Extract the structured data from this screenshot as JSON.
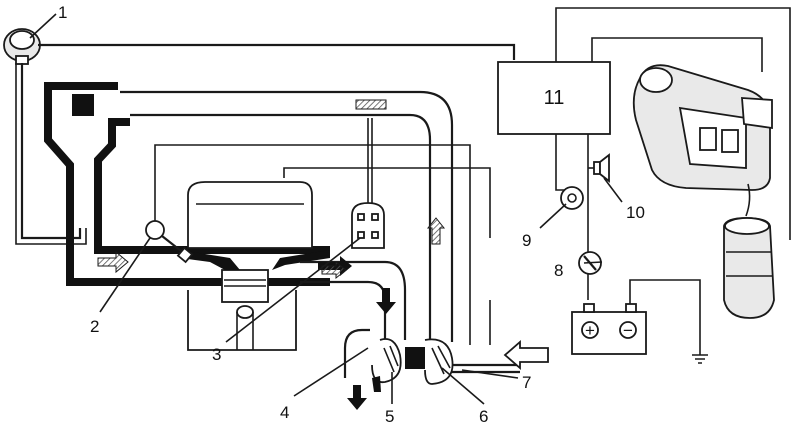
{
  "callouts": [
    "1",
    "2",
    "3",
    "4",
    "5",
    "6",
    "7",
    "8",
    "9",
    "10",
    "11"
  ],
  "block_11_label": "11",
  "battery_plus": "+",
  "battery_minus": "−",
  "colors": {
    "line": "#1a1a1a",
    "background": "#ffffff",
    "hatch": "#555555"
  }
}
